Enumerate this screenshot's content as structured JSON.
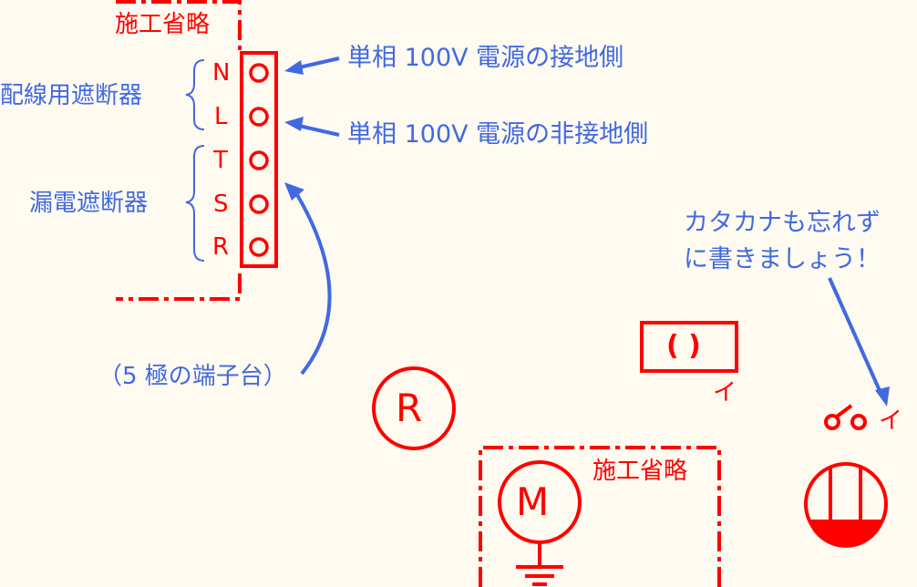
{
  "colors": {
    "background": "#fffbf0",
    "symbol": "#ff0000",
    "annotation": "#4169e1"
  },
  "omitted_label": "施工省略",
  "terminal_block": {
    "label": "（5 極の端子台）",
    "terminals": [
      "N",
      "L",
      "T",
      "S",
      "R"
    ],
    "groups": [
      {
        "name": "配線用遮断器",
        "terminals": [
          "N",
          "L"
        ]
      },
      {
        "name": "漏電遮断器",
        "terminals": [
          "T",
          "S",
          "R"
        ]
      }
    ]
  },
  "annotations": {
    "n_terminal": "単相 100V 電源の接地側",
    "l_terminal": "単相 100V 電源の非接地側",
    "katakana_note_line1": "カタカナも忘れず",
    "katakana_note_line2": "に書きましょう！"
  },
  "symbols": {
    "box_label": "(  )",
    "box_tag": "イ",
    "relay": "R",
    "motor": "M",
    "switch_tag": "イ",
    "omitted_label_2": "施工省略"
  }
}
